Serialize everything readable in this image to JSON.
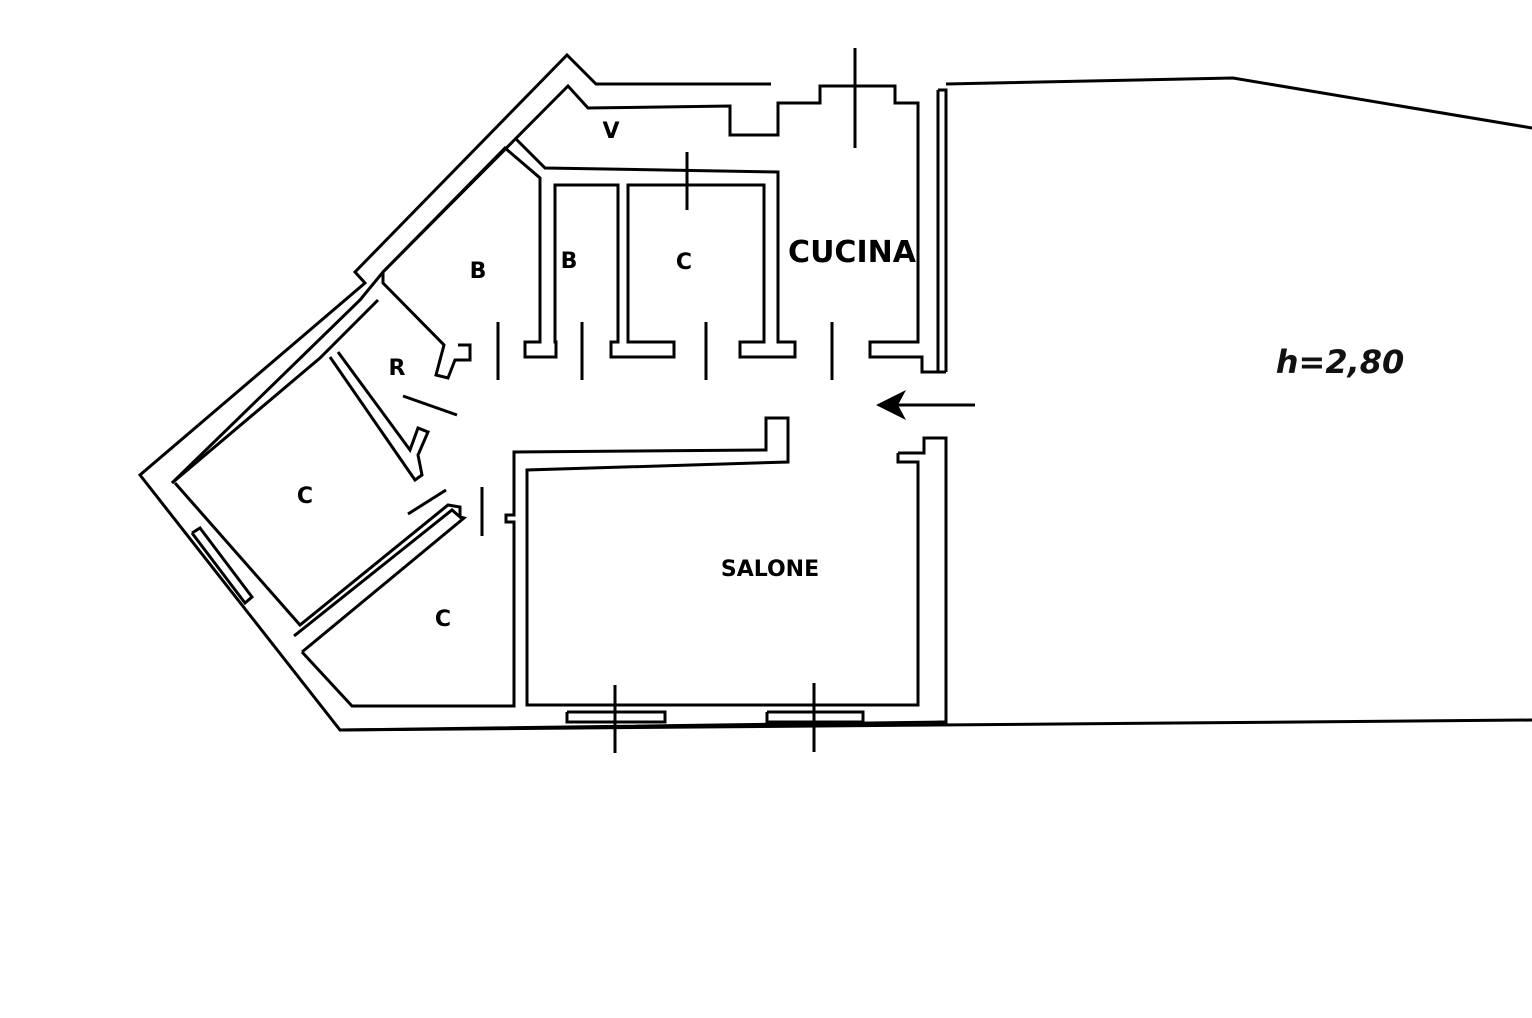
{
  "rooms": [
    {
      "id": "v",
      "label": "V"
    },
    {
      "id": "b1",
      "label": "B"
    },
    {
      "id": "b2",
      "label": "B"
    },
    {
      "id": "c1",
      "label": "C"
    },
    {
      "id": "cucina",
      "label": "CUCINA"
    },
    {
      "id": "r",
      "label": "R"
    },
    {
      "id": "c2",
      "label": "C"
    },
    {
      "id": "c3",
      "label": "C"
    },
    {
      "id": "salone",
      "label": "SALONE"
    }
  ],
  "height_note": "h=2,80",
  "entrance_icon": "arrow-left-icon"
}
